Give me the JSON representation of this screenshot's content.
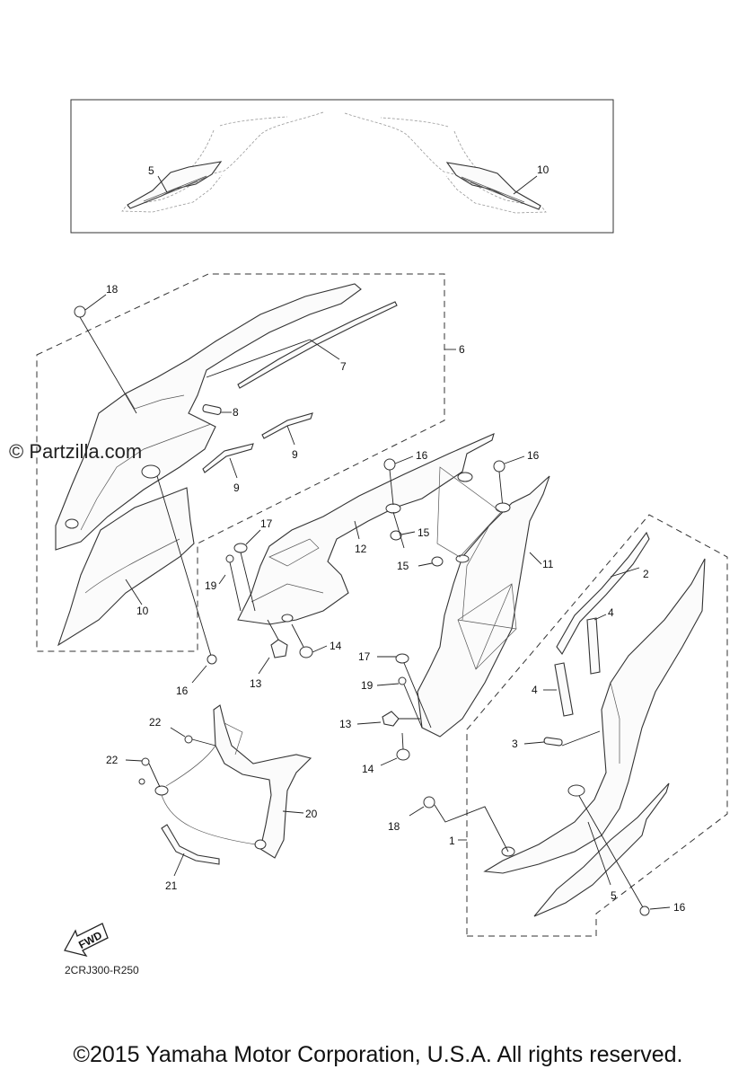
{
  "watermark": "© Partzilla.com",
  "diagram_code": "2CRJ300-R250",
  "fwd_label": "FWD",
  "copyright": "©2015 Yamaha Motor Corporation, U.S.A. All rights reserved.",
  "callouts": {
    "c1": "1",
    "c2": "2",
    "c3": "3",
    "c4a": "4",
    "c4b": "4",
    "c5a": "5",
    "c5b": "5",
    "c6": "6",
    "c7": "7",
    "c8": "8",
    "c9a": "9",
    "c9b": "9",
    "c10a": "10",
    "c10b": "10",
    "c11": "11",
    "c12": "12",
    "c13a": "13",
    "c13b": "13",
    "c14a": "14",
    "c14b": "14",
    "c15a": "15",
    "c15b": "15",
    "c16a": "16",
    "c16b": "16",
    "c16c": "16",
    "c16d": "16",
    "c17a": "17",
    "c17b": "17",
    "c18a": "18",
    "c18b": "18",
    "c19a": "19",
    "c19b": "19",
    "c20": "20",
    "c21": "21",
    "c22a": "22",
    "c22b": "22"
  }
}
